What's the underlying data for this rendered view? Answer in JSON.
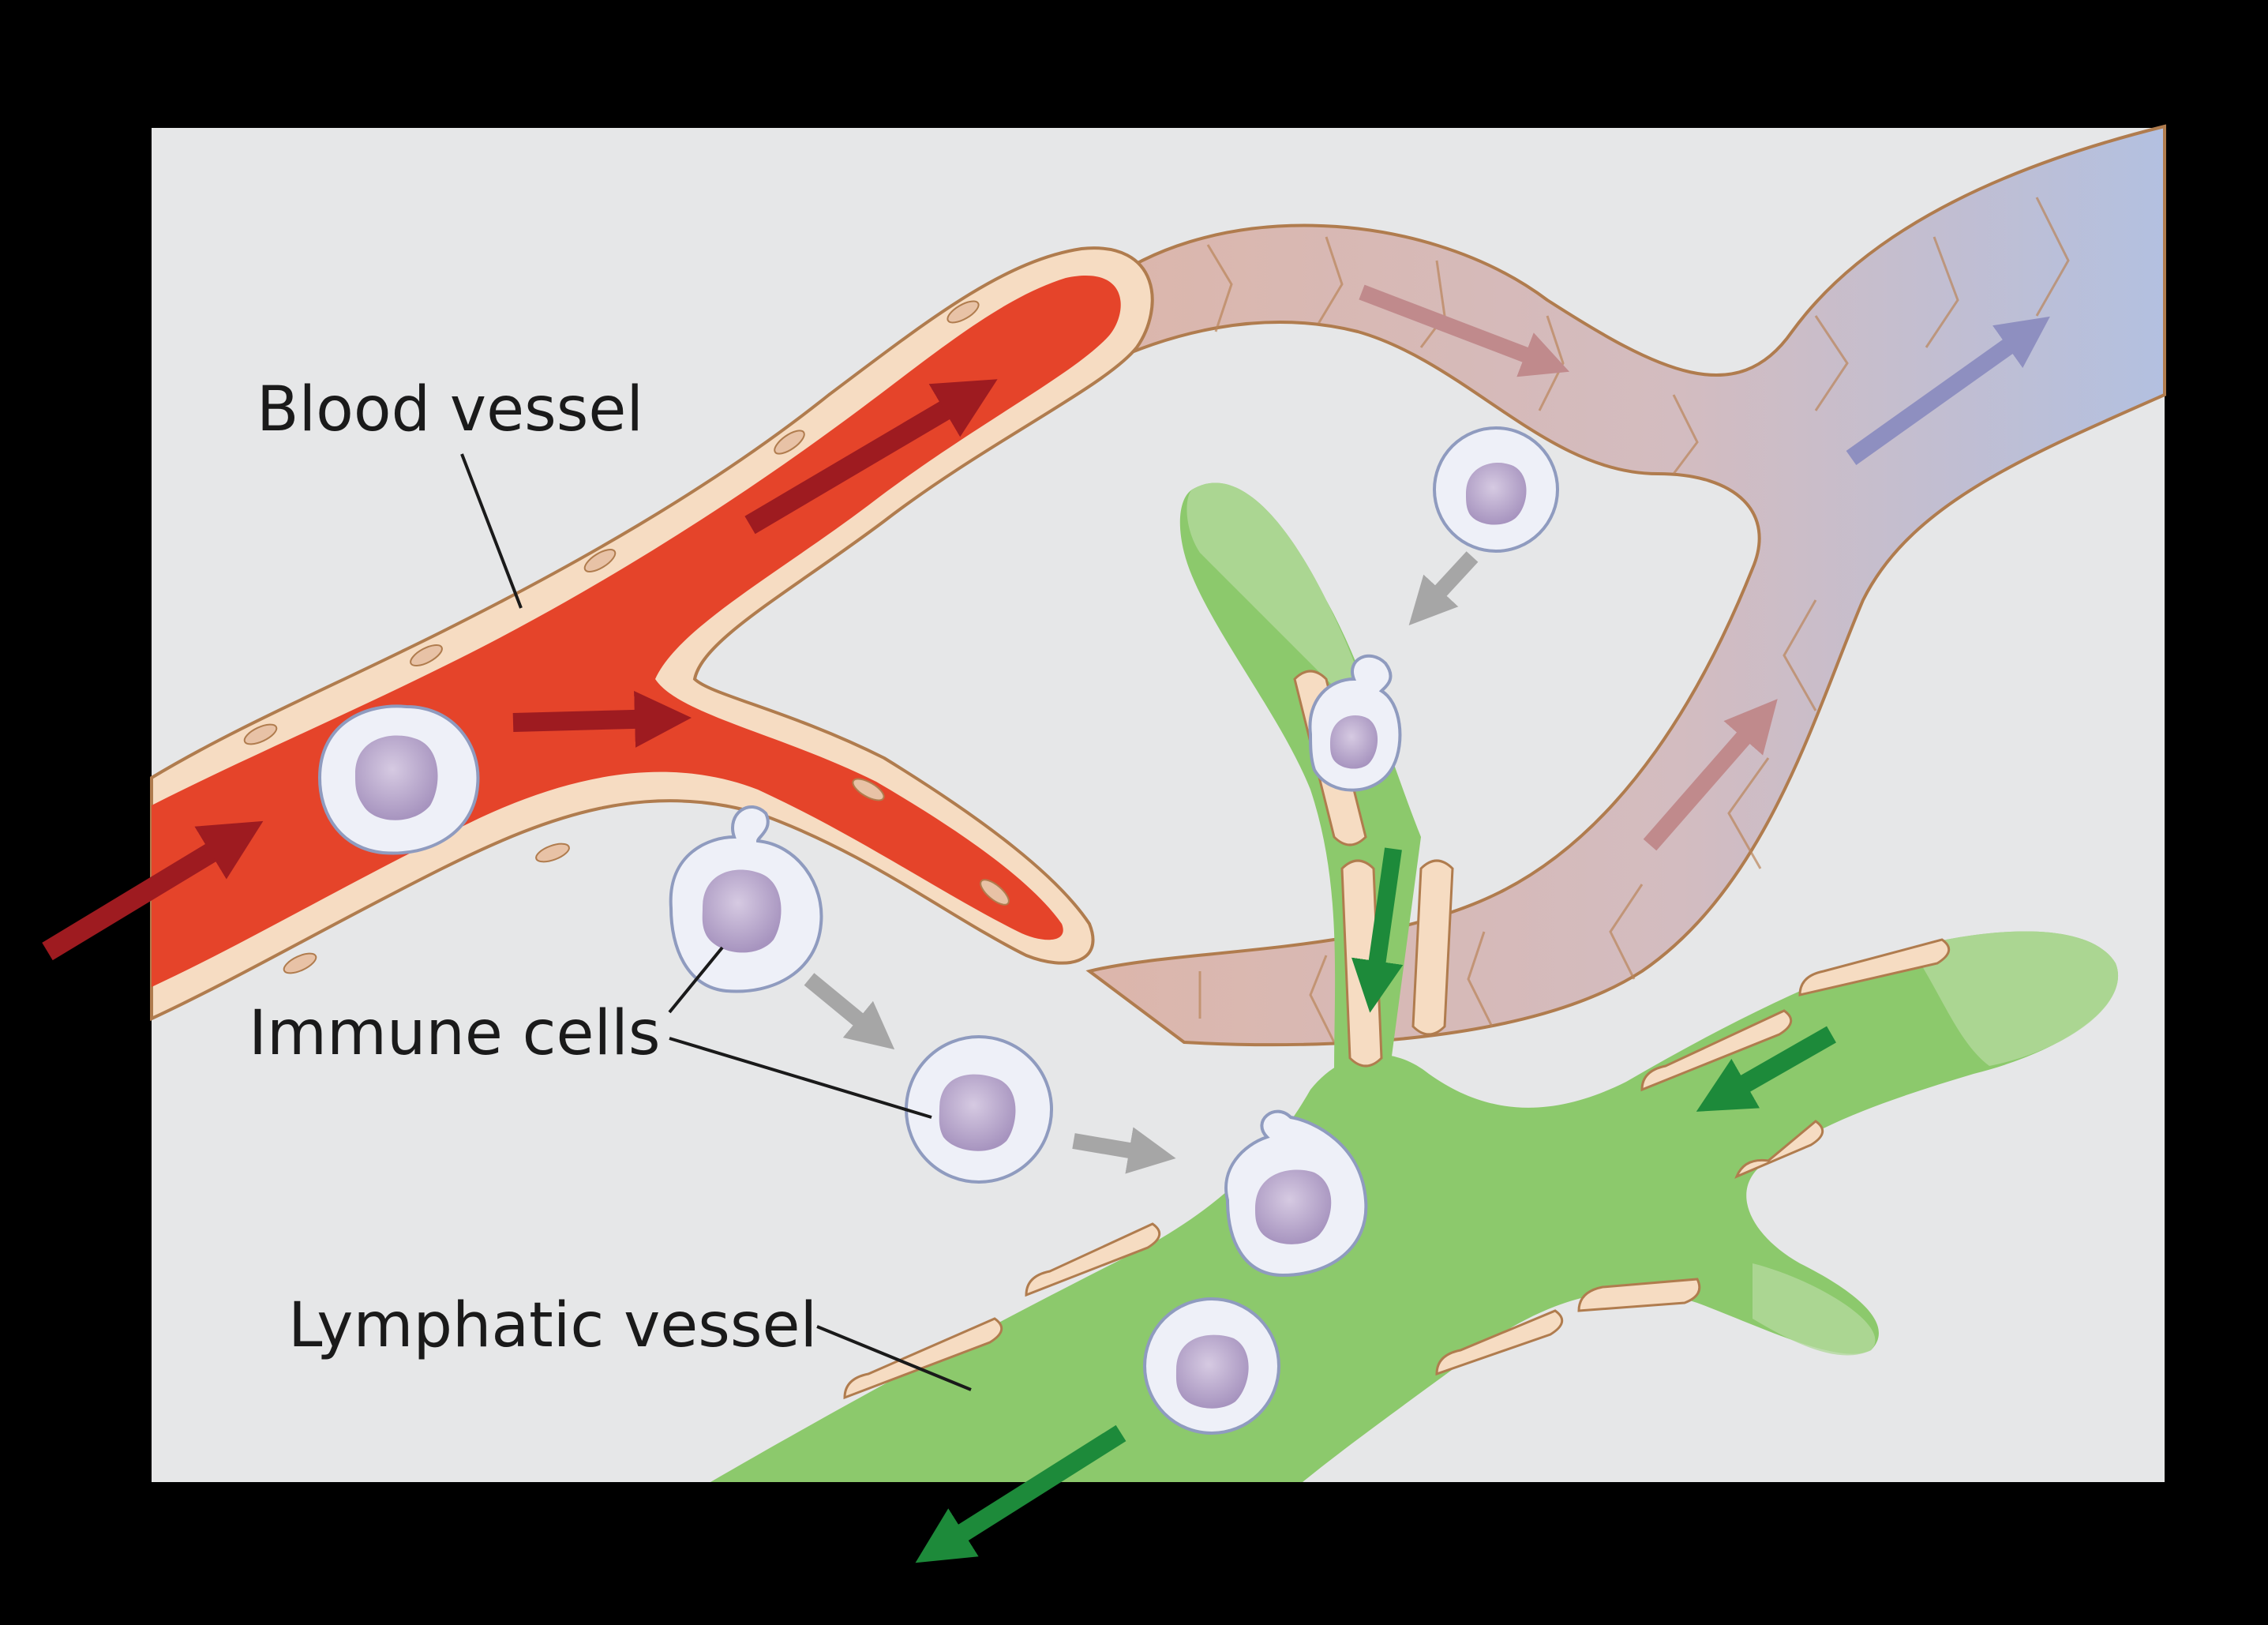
{
  "labels": {
    "blood_vessel": "Blood vessel",
    "immune_cells": "Immune cells",
    "lymphatic_vessel": "Lymphatic vessel"
  },
  "colors": {
    "outer_background": "#000000",
    "card_background": "#e6e7e8",
    "blood": "#e5442a",
    "blood_dark": "#c4301c",
    "vessel_wall": "#f6dcc2",
    "wall_outline": "#b07c4e",
    "capillary": "#d8b2a8",
    "venule": "#b9c0dd",
    "lymph": "#8cc96c",
    "lymph_light": "#b3d99c",
    "cell_membrane": "#eef0f8",
    "cell_nucleus": "#b6a3c8",
    "arrow_blood": "#9e1b20",
    "arrow_capillary": "#c08a8c",
    "arrow_venule": "#8e8fc0",
    "arrow_migration": "#a6a6a6",
    "arrow_lymph": "#1d8a3a"
  },
  "icons": [
    "flow-arrow",
    "immune-cell"
  ]
}
